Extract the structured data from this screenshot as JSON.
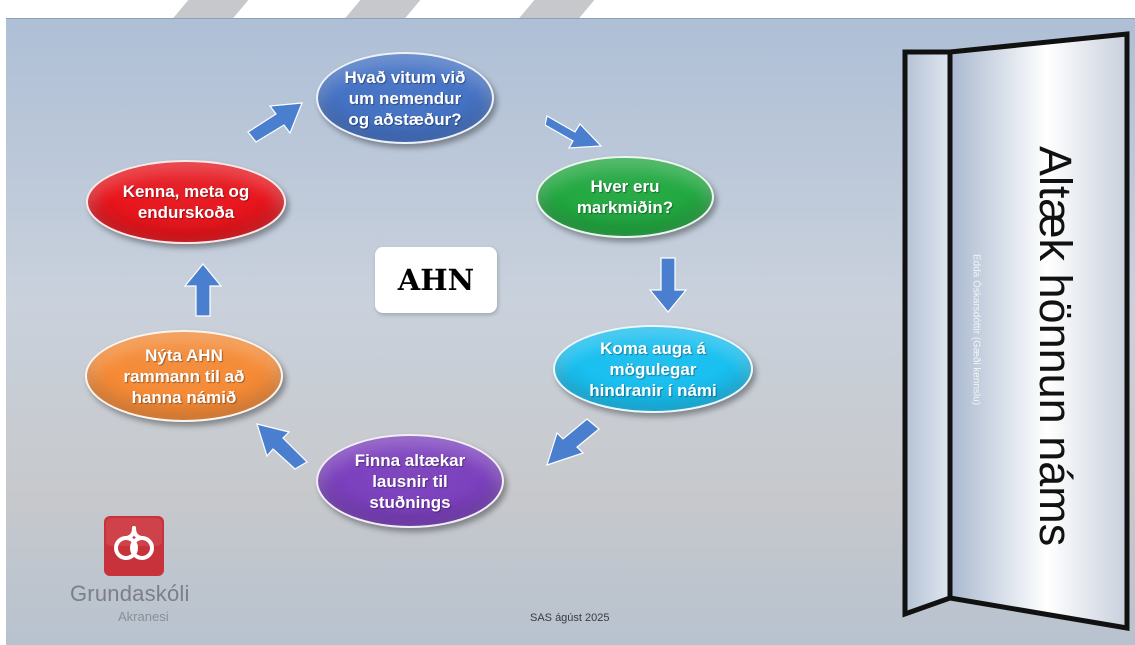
{
  "diagram": {
    "center_label": "AHN",
    "nodes": [
      {
        "id": "knowledge",
        "lines": [
          "Hvað vitum við",
          "um nemendur",
          "og aðstæður?"
        ],
        "color": "#4472c4"
      },
      {
        "id": "goals",
        "lines": [
          "Hver eru",
          "markmiðin?"
        ],
        "color": "#21a83f"
      },
      {
        "id": "barriers",
        "lines": [
          "Koma auga á",
          "mögulegar",
          "hindranir í námi"
        ],
        "color": "#17bff0"
      },
      {
        "id": "solutions",
        "lines": [
          "Finna altækar",
          "lausnir til",
          "stuðnings"
        ],
        "color": "#7b3fbd"
      },
      {
        "id": "design",
        "lines": [
          "Nýta AHN",
          "rammann til að",
          "hanna námið"
        ],
        "color": "#f58a35"
      },
      {
        "id": "teach",
        "lines": [
          "Kenna, meta og",
          "endurskoða"
        ],
        "color": "#e8141b"
      }
    ],
    "arrow_color": "#4a7fd0"
  },
  "side_panel": {
    "title": "Altæk hönnun náms",
    "author": "Edda Óskarsdóttir (Gæði kennslu)"
  },
  "logo": {
    "name": "Grundaskóli",
    "sub": "Akranesi",
    "color": "#c8323a"
  },
  "footer": {
    "text": "SAS ágúst 2025"
  }
}
